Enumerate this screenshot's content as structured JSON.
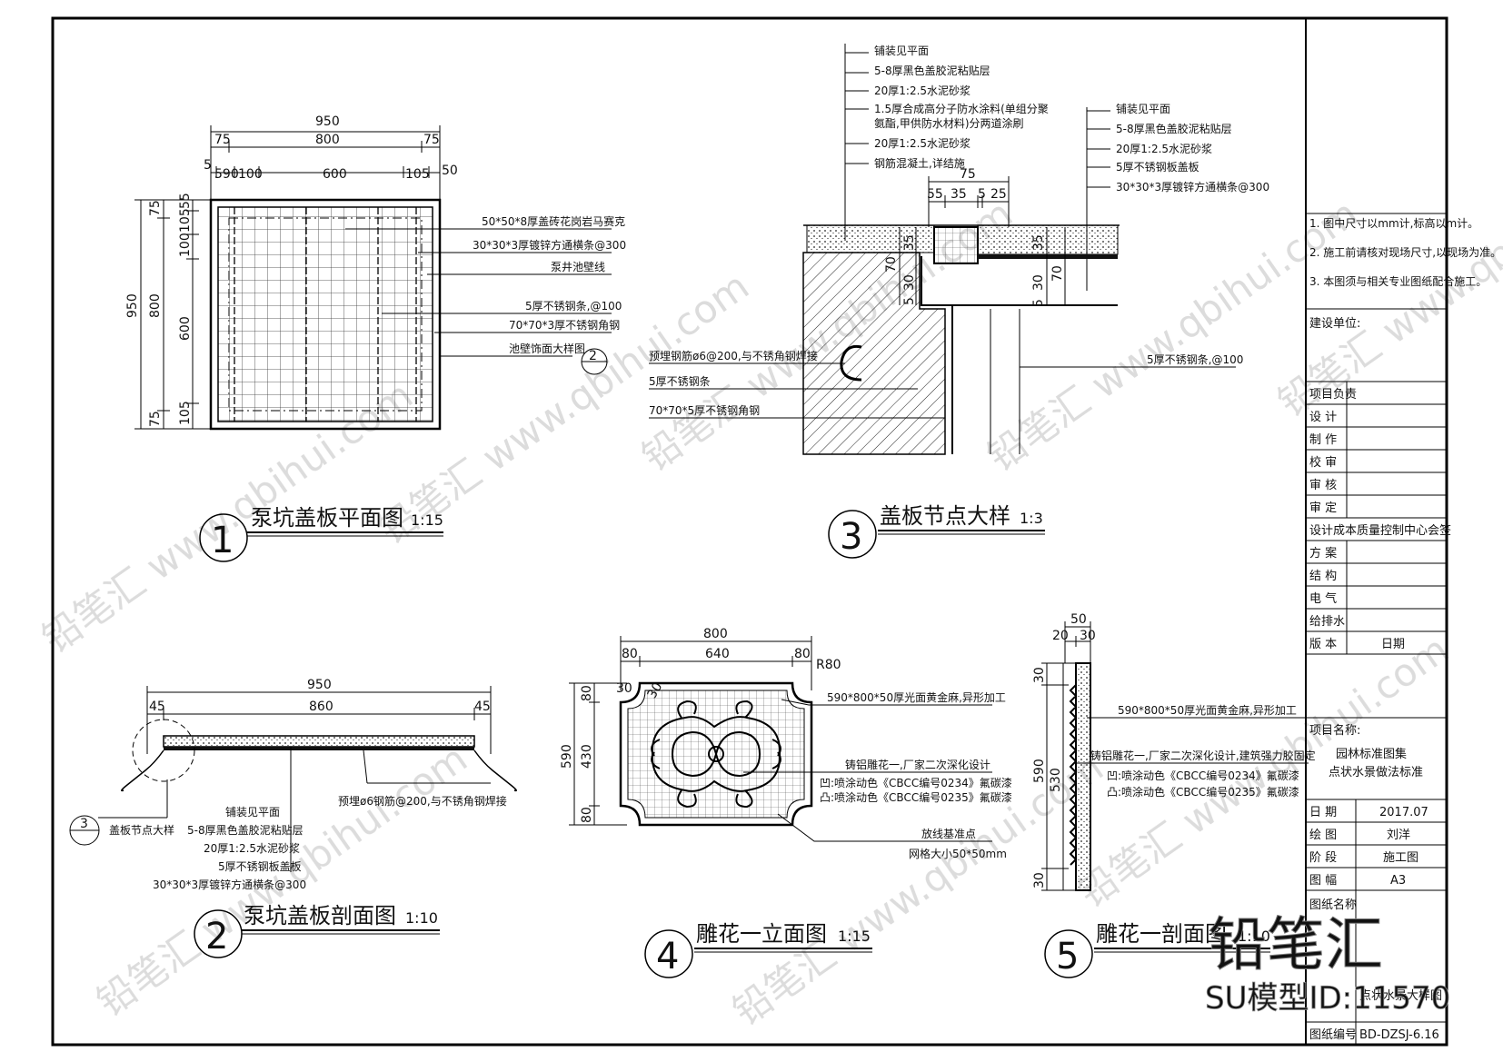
{
  "sheet_notes": [
    "1. 图中尺寸以mm计,标高以m计。",
    "2. 施工前请核对现场尺寸,以现场为准。",
    "3. 本图须与相关专业图纸配合施工。"
  ],
  "titleblock": {
    "owner_label": "建设单位:",
    "rows": [
      "项目负责",
      "设 计",
      "制 作",
      "校 审",
      "审 核",
      "审 定"
    ],
    "dept": "设计成本质量控制中心会签",
    "rows2": [
      "方 案",
      "结 构",
      "电 气",
      "给排水"
    ],
    "version_label": "版 本",
    "date_label": "日期",
    "project_label": "项目名称:",
    "project_name_1": "园林标准图集",
    "project_name_2": "点状水景做法标准",
    "date_key": "日 期",
    "date_val": "2017.07",
    "drawn_key": "绘 图",
    "drawn_val": "刘洋",
    "stage_key": "阶 段",
    "stage_val": "施工图",
    "size_key": "图 幅",
    "size_val": "A3",
    "sheet_name_key": "图纸名称",
    "sheet_name_val": "点状水景大样图",
    "sheet_no_key": "图纸编号",
    "sheet_no_val": "BD-DZSJ-6.16"
  },
  "d1": {
    "num": "1",
    "title": "泵坑盖板平面图",
    "scale": "1:15",
    "top": [
      "950",
      "75",
      "800",
      "75"
    ],
    "top2": [
      "5",
      "590",
      "100",
      "600",
      "105",
      "50"
    ],
    "left": [
      "950",
      "75",
      "800",
      "75"
    ],
    "left2": [
      "55",
      "105",
      "100",
      "600",
      "105"
    ],
    "notes": [
      "50*50*8厚盖砖花岗岩马赛克",
      "30*30*3厚镀锌方通横条@300",
      "泵井池壁线",
      "5厚不锈钢条,@100",
      "70*70*3厚不锈钢角钢",
      "池壁饰面大样图"
    ],
    "ref": "2"
  },
  "d2": {
    "num": "2",
    "title": "泵坑盖板剖面图",
    "scale": "1:10",
    "dims": [
      "950",
      "45",
      "860",
      "45"
    ],
    "notes": [
      "铺装见平面",
      "5-8厚黑色盖胶泥粘贴层",
      "20厚1:2.5水泥砂浆",
      "5厚不锈钢板盖板",
      "30*30*3厚镀锌方通横条@300"
    ],
    "side_note": "预埋ø6钢筋@200,与不锈角钢焊接",
    "ref": "3",
    "ref_label": "盖板节点大样"
  },
  "d3": {
    "num": "3",
    "title": "盖板节点大样",
    "scale": "1:3",
    "notes_a": [
      "铺装见平面",
      "5-8厚黑色盖胶泥粘贴层",
      "20厚1:2.5水泥砂浆",
      "1.5厚合成高分子防水涂料(单组分聚",
      "氨酯,甲供防水材料)分两道涂刷",
      "20厚1:2.5水泥砂浆",
      "钢筋混凝土,详结施"
    ],
    "notes_b": [
      "铺装见平面",
      "5-8厚黑色盖胶泥粘贴层",
      "20厚1:2.5水泥砂浆",
      "5厚不锈钢板盖板",
      "30*30*3厚镀锌方通横条@300"
    ],
    "dims": [
      "75",
      "55",
      "35",
      "5",
      "25"
    ],
    "vdims": [
      "35",
      "70",
      "30",
      "5",
      "35",
      "30",
      "70",
      "5"
    ],
    "left_notes": [
      "预埋钢筋ø6@200,与不锈角钢焊接",
      "5厚不锈钢条",
      "70*70*5厚不锈钢角钢"
    ],
    "right_note": "5厚不锈钢条,@100"
  },
  "d4": {
    "num": "4",
    "title": "雕花一立面图",
    "scale": "1:15",
    "top": [
      "800",
      "80",
      "640",
      "80"
    ],
    "left": [
      "590",
      "80",
      "430",
      "80"
    ],
    "corner": "30",
    "corner2": "30",
    "radius": "R80",
    "notes": [
      "590*800*50厚光面黄金麻,异形加工",
      "铸铝雕花一,厂家二次深化设计",
      "凹:喷涂动色《CBCC编号0234》氟碳漆",
      "凸:喷涂动色《CBCC编号0235》氟碳漆",
      "放线基准点",
      "网格大小50*50mm"
    ]
  },
  "d5": {
    "num": "5",
    "title": "雕花一剖面图",
    "scale": "1:10",
    "top": [
      "50",
      "20",
      "30"
    ],
    "left": [
      "30",
      "590",
      "530",
      "30"
    ],
    "notes": [
      "590*800*50厚光面黄金麻,异形加工",
      "铸铝雕花一,厂家二次深化设计,建筑强力胶固定",
      "凹:喷涂动色《CBCC编号0234》氟碳漆",
      "凸:喷涂动色《CBCC编号0235》氟碳漆"
    ]
  },
  "brand": {
    "watermark": "铅笔汇 www.qbihui.com",
    "logo": "铅笔汇",
    "id": "SU模型ID:11570"
  }
}
